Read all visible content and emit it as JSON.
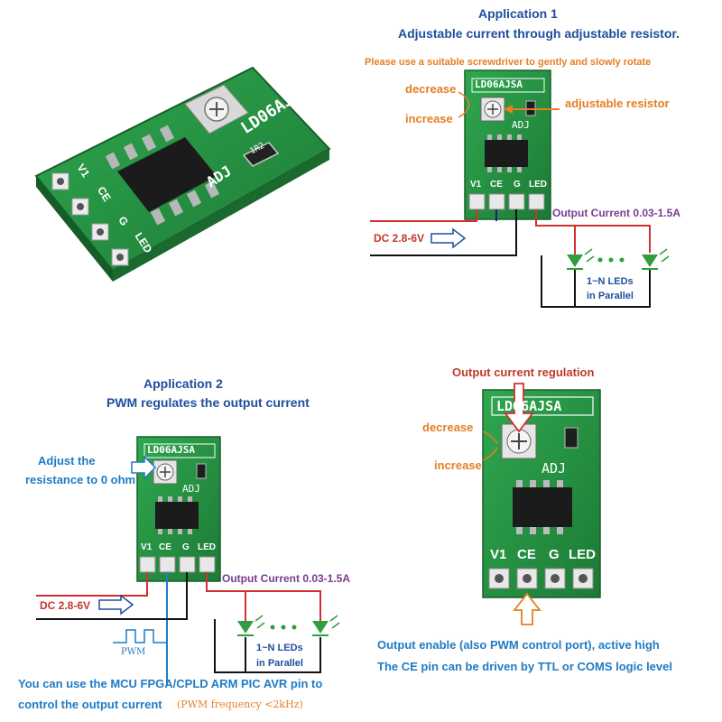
{
  "app1": {
    "title_line1": "Application 1",
    "title_line2": "Adjustable current through adjustable resistor.",
    "instruction": "Please use a suitable screwdriver to gently and slowly rotate",
    "decrease": "decrease",
    "increase": "increase",
    "resistor_label": "adjustable resistor",
    "output_current": "Output Current 0.03-1.5A",
    "dc_input": "DC 2.8-6V",
    "leds_line1": "1~N LEDs",
    "leds_line2": "in Parallel"
  },
  "app2": {
    "title_line1": "Application 2",
    "title_line2": "PWM regulates the output current",
    "adjust_line1": "Adjust the",
    "adjust_line2": "resistance to 0 ohm",
    "output_current": "Output Current 0.03-1.5A",
    "dc_input": "DC 2.8-6V",
    "pwm_label": "PWM",
    "leds_line1": "1~N LEDs",
    "leds_line2": "in Parallel",
    "note_line1": "You can use the MCU FPGA/CPLD ARM PIC AVR  pin to",
    "note_line2": "control the output current",
    "note_freq": "(PWM frequency <2kHz)"
  },
  "app3": {
    "title": "Output current regulation",
    "decrease": "decrease",
    "increase": "increase",
    "enable_line1": "Output enable (also PWM control port), active high",
    "enable_line2": "The CE pin can be driven by TTL or COMS logic level"
  },
  "board": {
    "model": "LD06AJSA",
    "adj": "ADJ",
    "resistor_code": "1R2",
    "pins": [
      "V1",
      "CE",
      "G",
      "LED"
    ]
  }
}
